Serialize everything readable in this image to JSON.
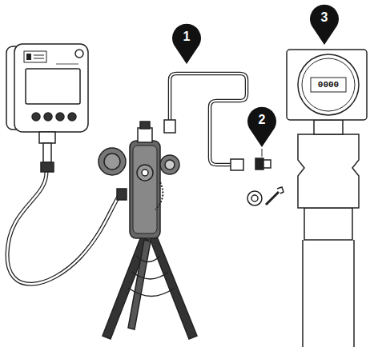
{
  "diagram": {
    "nodes": [
      {
        "text": [
          "1"
        ]
      },
      {
        "text": [
          "2"
        ]
      },
      {
        "text": [
          "3"
        ]
      }
    ],
    "labels": [
      "0000"
    ]
  }
}
